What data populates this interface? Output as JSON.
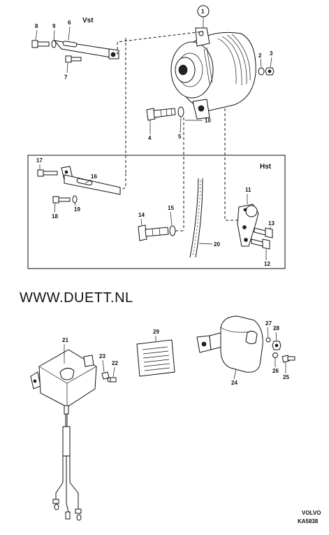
{
  "labels": {
    "sec_vst": "Vst",
    "sec_hst": "Hst",
    "website": "WWW.DUETT.NL",
    "brand": "VOLVO",
    "code": "KA5838",
    "n1": "1",
    "n2": "2",
    "n3": "3",
    "n4": "4",
    "n5": "5",
    "n6": "6",
    "n7": "7",
    "n8": "8",
    "n9": "9",
    "n10": "10",
    "n11": "11",
    "n12": "12",
    "n13": "13",
    "n14": "14",
    "n15": "15",
    "n16": "16",
    "n17": "17",
    "n18": "18",
    "n19": "19",
    "n20": "20",
    "n21": "21",
    "n22": "22",
    "n23": "23",
    "n24": "24",
    "n25": "25",
    "n26": "26",
    "n27": "27",
    "n28": "28",
    "n29": "29"
  }
}
